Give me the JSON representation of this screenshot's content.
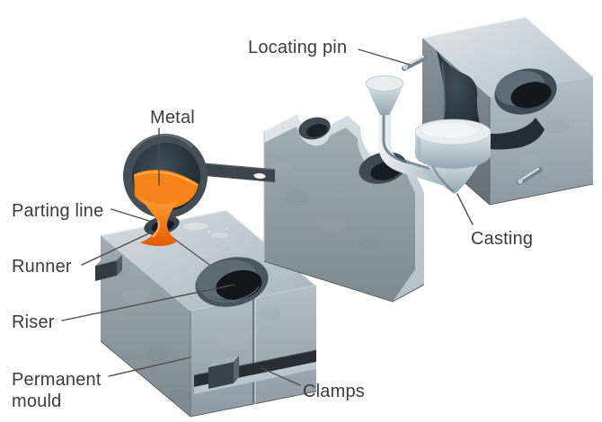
{
  "figure": {
    "type": "technical-illustration",
    "subject": "Permanent mould casting (gravity die casting) exploded diagram",
    "background": "#ffffff"
  },
  "labels": {
    "locating_pin": "Locating pin",
    "metal": "Metal",
    "parting_line": "Parting line",
    "runner": "Runner",
    "riser": "Riser",
    "permanent_mould": {
      "line1": "Permanent",
      "line2": "mould"
    },
    "casting": "Casting",
    "clamps": "Clamps"
  },
  "colors": {
    "label_text": "#3c3c3c",
    "leader_line": "#4d4d4d",
    "molten_metal": "#f6821a",
    "molten_metal_dark": "#e05a08",
    "molten_metal_highlight": "#ffc376",
    "steel_top_light": "#d6dee3",
    "steel_face_mid": "#9aa5ac",
    "steel_face_dark": "#6f777e",
    "cavity_dark": "#1b2228",
    "clamp_dark": "#2a3238",
    "clamp_strap": "#b9c6cd",
    "casting_silver": "#e7edf0",
    "ladle_body": "#3d464c"
  }
}
